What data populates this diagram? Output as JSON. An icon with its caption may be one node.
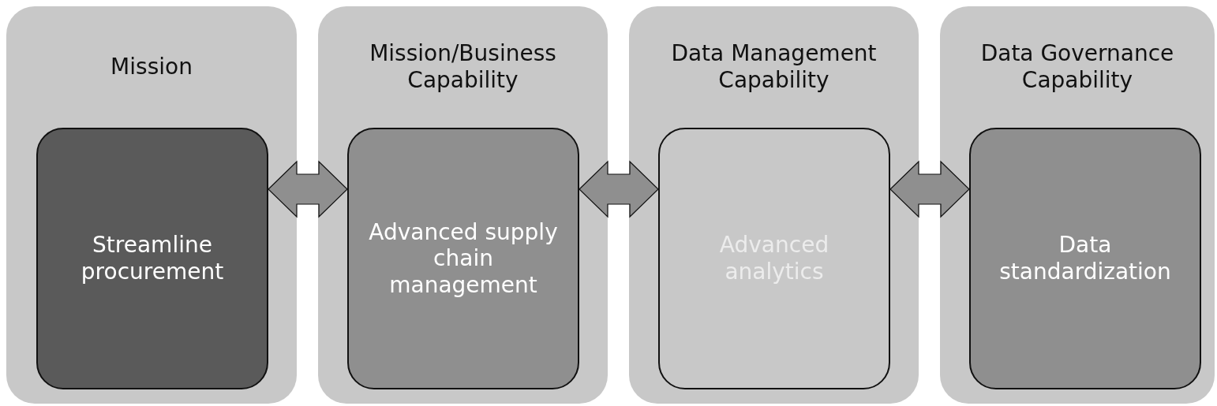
{
  "diagram": {
    "nodes": [
      {
        "text": [
          "Mission"
        ]
      },
      {
        "text": [
          "Streamline procurement"
        ],
        "in": 0
      },
      {
        "text": [
          "Mission/Business Capability"
        ]
      },
      {
        "text": [
          "Advanced supply chain management"
        ],
        "in": 2
      },
      {
        "text": [
          "Data Management Capability"
        ]
      },
      {
        "text": [
          "Advanced analytics"
        ],
        "in": 4
      },
      {
        "text": [
          "Data Governance Capability"
        ]
      },
      {
        "text": [
          "Data standardization"
        ],
        "in": 6
      }
    ],
    "edges": [
      {
        "from": 1,
        "to": 3,
        "arrow": "both"
      },
      {
        "from": 3,
        "to": 5,
        "arrow": "both"
      },
      {
        "from": 5,
        "to": 7,
        "arrow": "both"
      }
    ]
  }
}
